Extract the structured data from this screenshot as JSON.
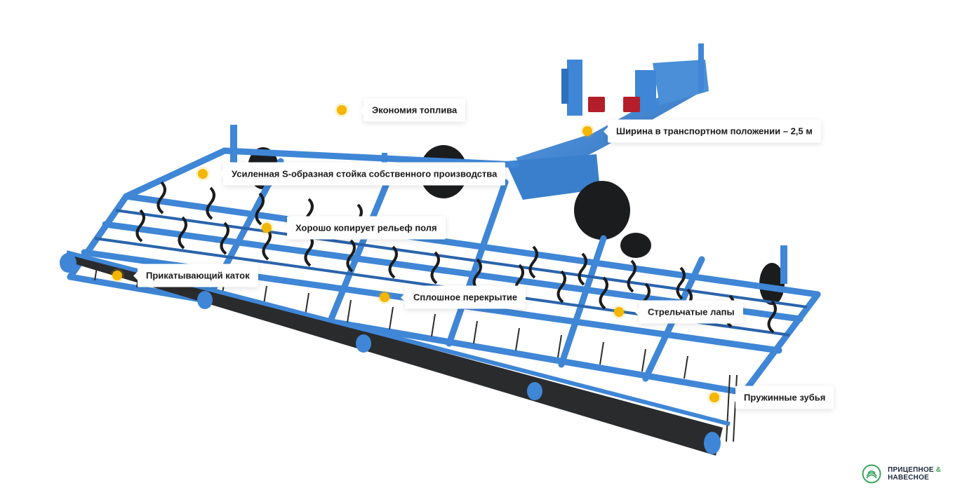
{
  "hotspots": [
    {
      "label": "Экономия топлива"
    },
    {
      "label": "Ширина в транспортном положении – 2,5 м"
    },
    {
      "label": "Усиленная S-образная стойка собственного производства"
    },
    {
      "label": "Хорошо копирует рельеф поля"
    },
    {
      "label": "Прикатывающий каток"
    },
    {
      "label": "Сплошное перекрытие"
    },
    {
      "label": "Стрельчатые лапы"
    },
    {
      "label": "Пружинные зубья"
    }
  ],
  "logo": {
    "line1": "ПРИЦЕПНОЕ",
    "amp": "&",
    "line2": "НАВЕСНОЕ",
    "icon": "leaf-seal-icon"
  },
  "colors": {
    "hotspot": "#f5b600",
    "machine_frame": "#3f86d6",
    "machine_frame_dark": "#2a64ac",
    "tyre": "#1b1c1e",
    "hitch_light": "#b41e2a",
    "logo_green": "#3aa35b"
  }
}
